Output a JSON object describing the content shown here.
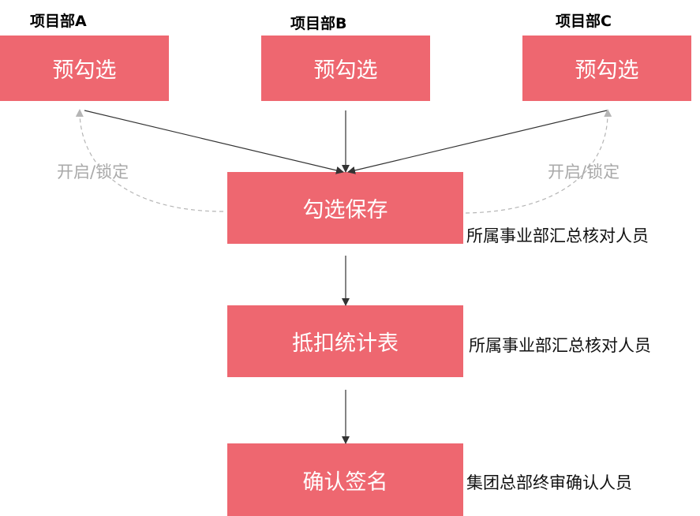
{
  "departments": [
    {
      "label": "项目部A",
      "box": "预勾选"
    },
    {
      "label": "项目部B",
      "box": "预勾选"
    },
    {
      "label": "项目部C",
      "box": "预勾选"
    }
  ],
  "lock_label": "开启/锁定",
  "steps": [
    {
      "label": "勾选保存",
      "role": "所属事业部汇总核对人员"
    },
    {
      "label": "抵扣统计表",
      "role": "所属事业部汇总核对人员"
    },
    {
      "label": "确认签名",
      "role": "集团总部终审确认人员"
    }
  ],
  "colors": {
    "box_fill": "#ee6770",
    "box_text": "#ffffff",
    "arrow": "#333333",
    "dashed_arrow": "#b5b5b5",
    "lock_text": "#a9a9a9"
  }
}
